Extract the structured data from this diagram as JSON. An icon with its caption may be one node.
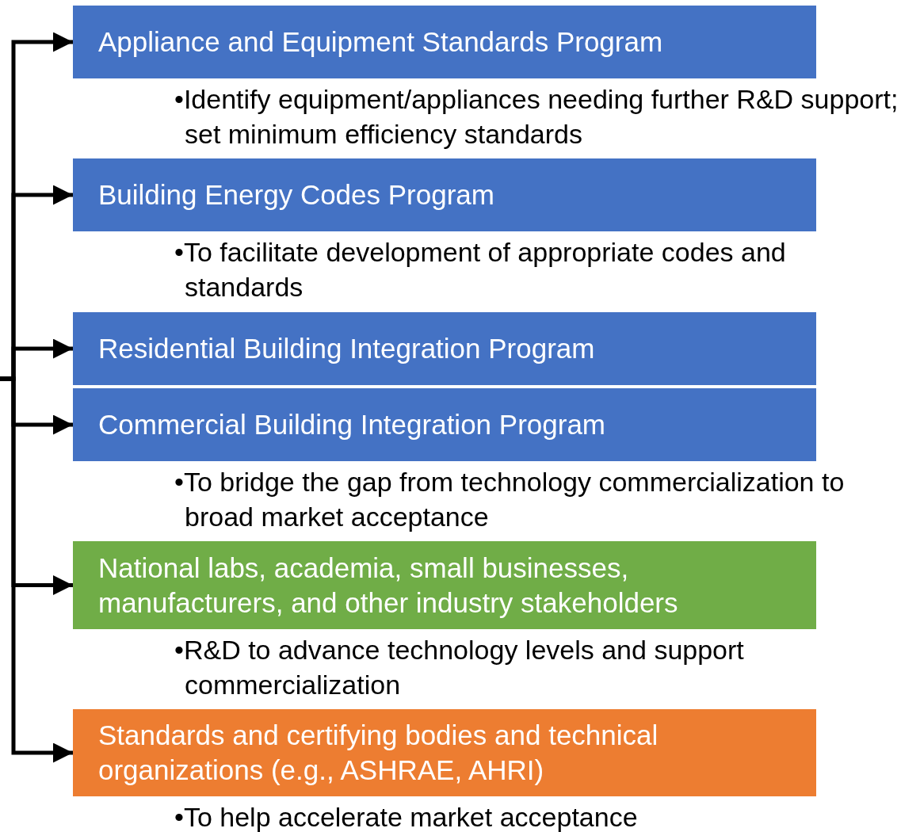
{
  "diagram": {
    "nodes": [
      {
        "text": [
          "Appliance and Equipment Standards Program"
        ],
        "beside": [
          "•Identify equipment/appliances needing further R&D support; set minimum efficiency standards"
        ]
      },
      {
        "text": [
          "Building Energy Codes Program"
        ],
        "beside": [
          "•To facilitate development of appropriate codes and standards"
        ]
      },
      {
        "text": [
          "Residential Building Integration Program"
        ]
      },
      {
        "text": [
          "Commercial Building Integration Program"
        ],
        "beside": [
          "•To bridge the gap from technology commercialization to broad market acceptance"
        ]
      },
      {
        "text": [
          "National labs, academia, small businesses, manufacturers, and other industry stakeholders"
        ],
        "beside": [
          "•R&D to advance technology levels and support commercialization"
        ]
      },
      {
        "text": [
          "Standards and certifying bodies and technical organizations (e.g., ASHRAE, AHRI)"
        ],
        "beside": [
          "•To help accelerate market acceptance"
        ]
      }
    ],
    "edges": [
      {
        "from": null,
        "to": 0,
        "arrow": "to"
      },
      {
        "from": null,
        "to": 1,
        "arrow": "to"
      },
      {
        "from": null,
        "to": 2,
        "arrow": "to"
      },
      {
        "from": null,
        "to": 3,
        "arrow": "to"
      },
      {
        "from": null,
        "to": 4,
        "arrow": "to"
      },
      {
        "from": null,
        "to": 5,
        "arrow": "to"
      }
    ]
  }
}
